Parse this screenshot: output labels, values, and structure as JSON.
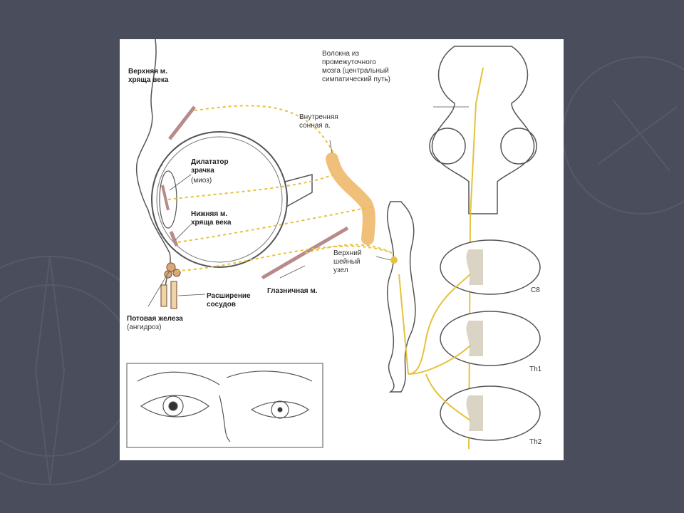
{
  "colors": {
    "background": "#4a4e5c",
    "panel": "#ffffff",
    "pathway": "#e6c23c",
    "muscle": "#b98a8a",
    "carotid": "#f0c07a",
    "outline": "#555555"
  },
  "labels": {
    "upper_lid_muscle": [
      "Верхняя м.",
      "хряща века"
    ],
    "pupil_dilator": [
      "Дилататор",
      "зрачка"
    ],
    "miosis": "(миоз)",
    "lower_lid_muscle": [
      "Нижняя м.",
      "хряща века"
    ],
    "sweat_gland": [
      "Потовая железа"
    ],
    "anhidrosis": "(ангидроз)",
    "vasodilation": [
      "Расширение",
      "сосудов"
    ],
    "orbital_muscle": "Глазничная м.",
    "internal_carotid": [
      "Внутренняя",
      "сонная а."
    ],
    "central_fibers": [
      "Волокна из",
      "промежуточного",
      "мозга (центральный",
      "симпатический путь)"
    ],
    "superior_ganglion": [
      "Верхний",
      "шейный",
      "узел"
    ],
    "level_c8": "C8",
    "level_th1": "Th1",
    "level_th2": "Th2"
  }
}
